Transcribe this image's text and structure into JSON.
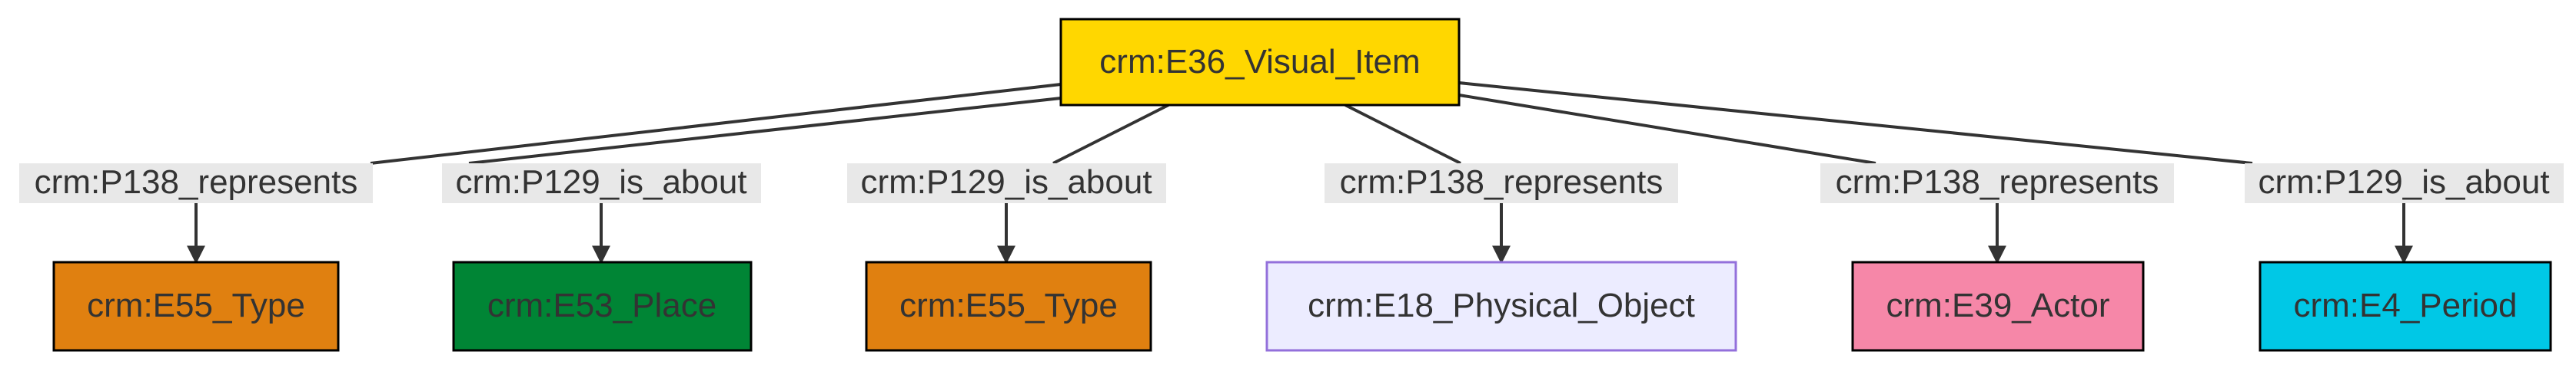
{
  "diagram": {
    "type": "flowchart",
    "direction": "top-down",
    "root": {
      "id": "root",
      "label": "crm:E36_Visual_Item",
      "fill": "#FFD700",
      "stroke": "#000000"
    },
    "children": [
      {
        "id": "c1",
        "label": "crm:E55_Type",
        "fill": "#E08010",
        "stroke": "#000000",
        "text_color": "#333333",
        "edge_label": "crm:P138_represents"
      },
      {
        "id": "c2",
        "label": "crm:E53_Place",
        "fill": "#008535",
        "stroke": "#000000",
        "text_color": "#333333",
        "edge_label": "crm:P129_is_about"
      },
      {
        "id": "c3",
        "label": "crm:E55_Type",
        "fill": "#E08010",
        "stroke": "#000000",
        "text_color": "#333333",
        "edge_label": "crm:P129_is_about"
      },
      {
        "id": "c4",
        "label": "crm:E18_Physical_Object",
        "fill": "#ECECFF",
        "stroke": "#9370DB",
        "text_color": "#333333",
        "edge_label": "crm:P138_represents"
      },
      {
        "id": "c5",
        "label": "crm:E39_Actor",
        "fill": "#F687A8",
        "stroke": "#000000",
        "text_color": "#333333",
        "edge_label": "crm:P138_represents"
      },
      {
        "id": "c6",
        "label": "crm:E4_Period",
        "fill": "#00C8E6",
        "stroke": "#000000",
        "text_color": "#333333",
        "edge_label": "crm:P129_is_about"
      }
    ],
    "colors": {
      "edge": "#333333",
      "edge_label_bg": "#E8E8E8",
      "root_text": "#333333"
    }
  }
}
